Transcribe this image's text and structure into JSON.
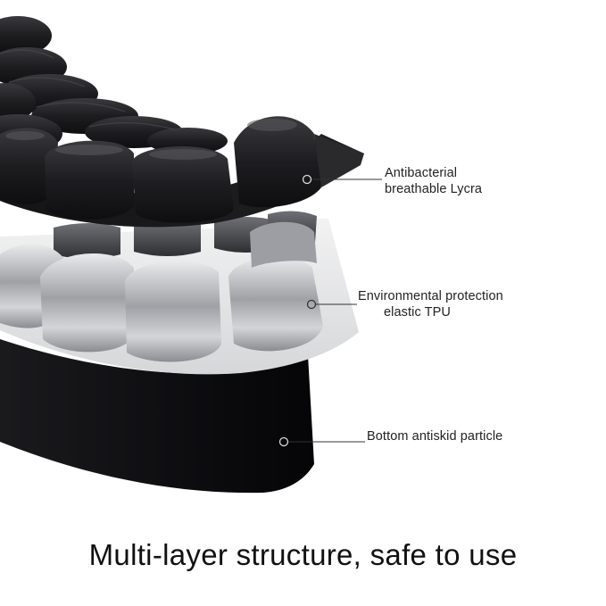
{
  "callouts": {
    "lycra": {
      "line1": "Antibacterial",
      "line2": "breathable Lycra"
    },
    "tpu": {
      "line1": "Environmental protection",
      "line2": "elastic TPU"
    },
    "antiskid": {
      "line1": "Bottom antiskid particle"
    }
  },
  "caption": "Multi-layer structure, safe to use",
  "colors": {
    "background": "#ffffff",
    "lycra_layer": "#1e1e20",
    "tpu_layer": "#c9cacd",
    "bottom_layer": "#111114",
    "callout_line": "#333333"
  }
}
